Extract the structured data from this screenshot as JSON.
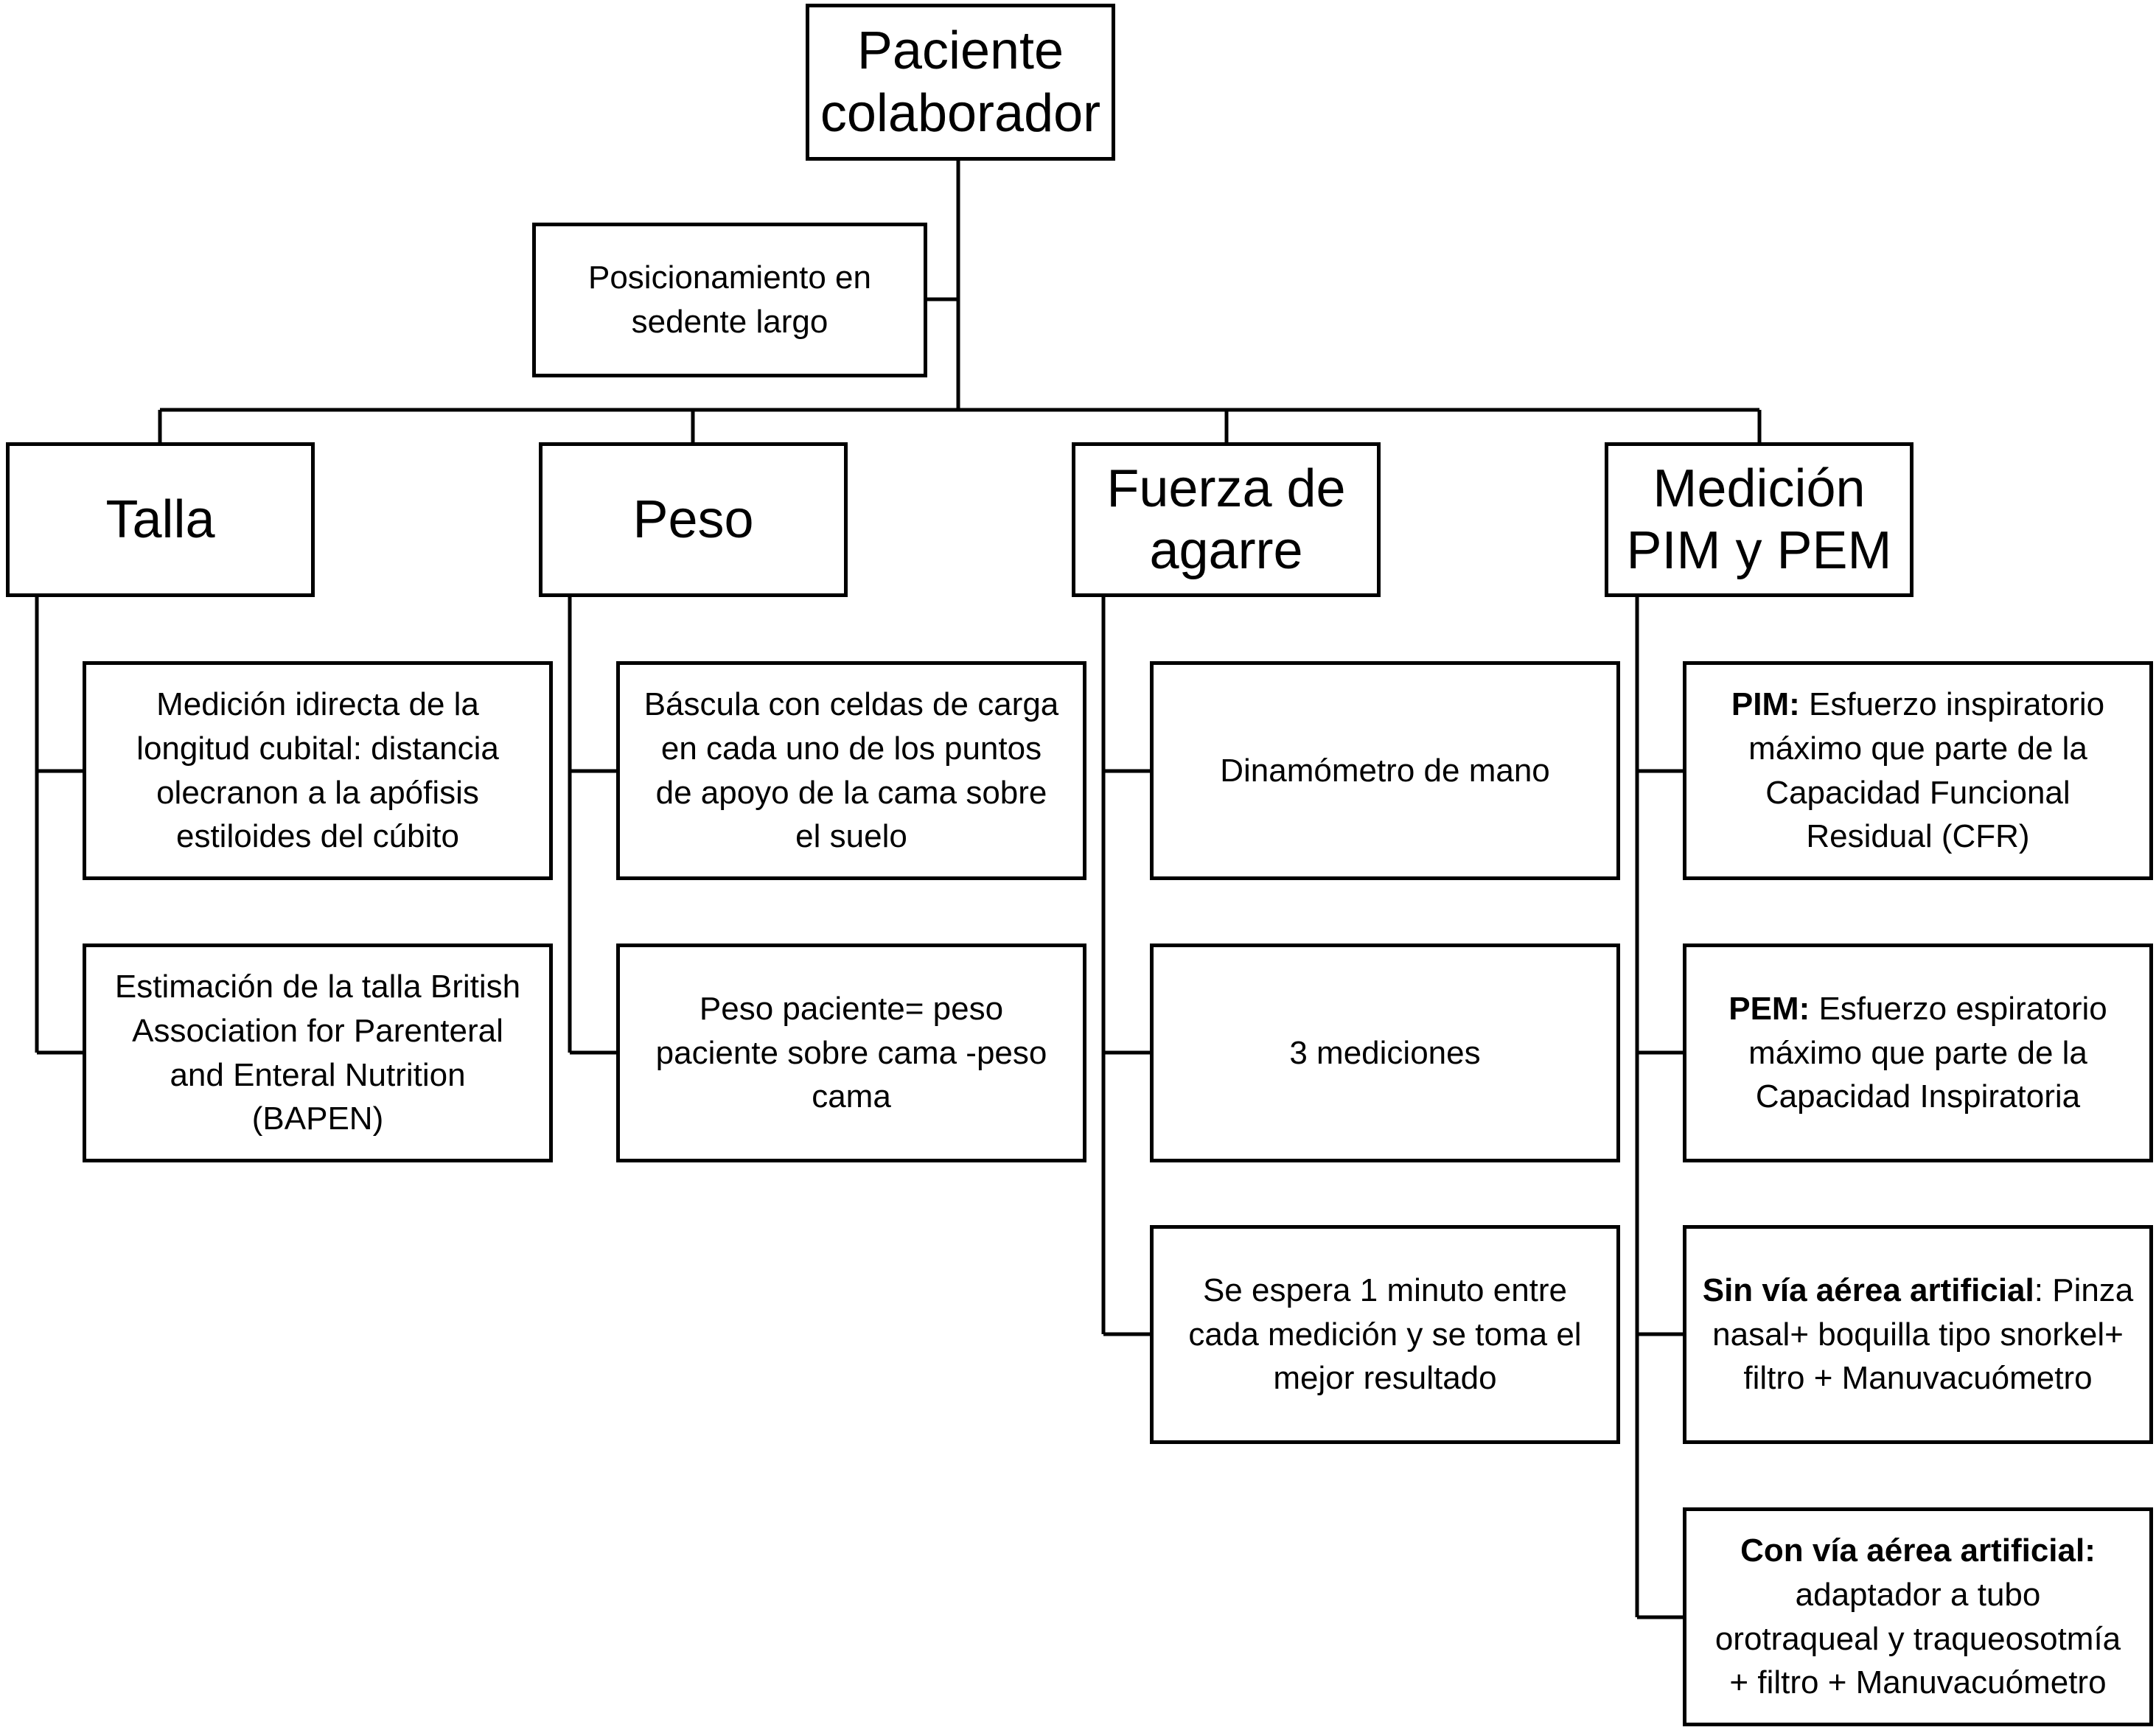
{
  "root": {
    "line1": "Paciente",
    "line2": "colaborador"
  },
  "positioning": {
    "line1": "Posicionamiento en",
    "line2": "sedente largo"
  },
  "talla": {
    "title": "Talla",
    "item1": [
      "Medición idirecta de la",
      "longitud cubital: distancia",
      "olecranon a la apófisis",
      "estiloides del cúbito"
    ],
    "item2": [
      "Estimación de la talla British",
      "Association for Parenteral",
      "and Enteral Nutrition",
      "(BAPEN)"
    ]
  },
  "peso": {
    "title": "Peso",
    "item1": [
      "Báscula con celdas de carga",
      "en cada uno de los puntos",
      "de apoyo de la cama sobre",
      "el suelo"
    ],
    "item2": [
      "Peso paciente= peso",
      "paciente sobre cama -peso",
      "cama"
    ]
  },
  "fuerza": {
    "title_line1": "Fuerza de",
    "title_line2": "agarre",
    "item1": "Dinamómetro de mano",
    "item2": "3 mediciones",
    "item3": [
      "Se espera 1 minuto entre",
      "cada medición y se toma el",
      "mejor resultado"
    ]
  },
  "medicion": {
    "title_line1": "Medición",
    "title_line2": "PIM y PEM",
    "pim": {
      "bold": "PIM:",
      "l1": " Esfuerzo inspiratorio",
      "l2": "máximo que parte de la",
      "l3": "Capacidad Funcional",
      "l4": "Residual (CFR)"
    },
    "pem": {
      "bold": "PEM:",
      "l1": " Esfuerzo espiratorio",
      "l2": "máximo que parte de la",
      "l3": "Capacidad Inspiratoria"
    },
    "sin": {
      "bold": "Sin vía aérea artificial",
      "l1": ": Pinza",
      "l2": "nasal+ boquilla tipo snorkel+",
      "l3": "filtro + Manuvacuómetro"
    },
    "con": {
      "bold": "Con vía aérea artificial:",
      "l2": "adaptador a tubo",
      "l3": "orotraqueal y traqueosotmía",
      "l4": "+ filtro + Manuvacuómetro"
    }
  }
}
